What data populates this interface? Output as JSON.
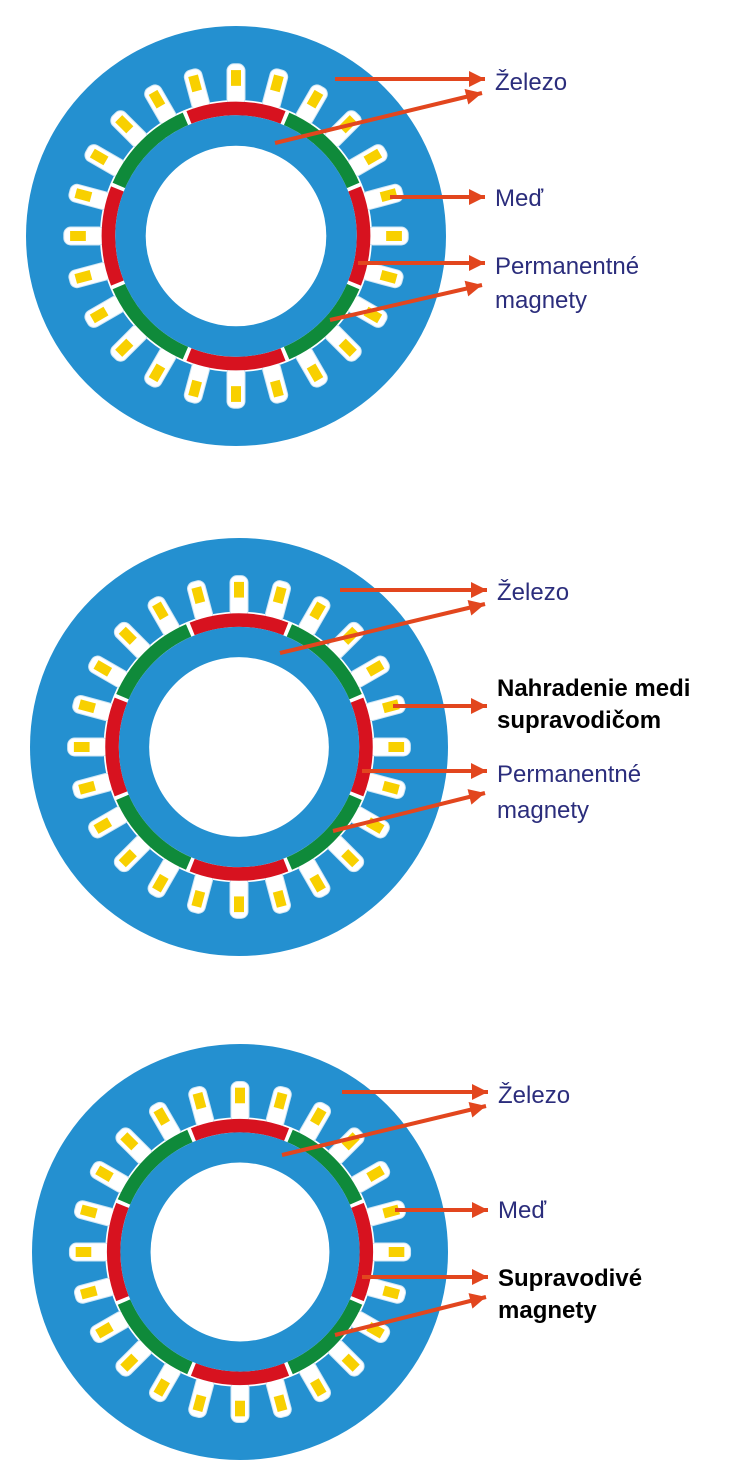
{
  "colors": {
    "iron": "#2490d0",
    "copper_slot": "#f8d000",
    "magnet_red": "#d7121f",
    "magnet_green": "#0f8a3a",
    "arrow": "#e2461e",
    "label_text": "#2b2d7c",
    "label_bold": "#000000"
  },
  "panels": [
    {
      "labels": {
        "iron": "Železo",
        "winding": "Meď",
        "magnets_line1": "Permanentné",
        "magnets_line2": "magnety"
      },
      "winding_bold": false,
      "magnets_bold": false
    },
    {
      "labels": {
        "iron": "Železo",
        "winding": "Nahradenie medi",
        "winding_line2": "supravodičom",
        "magnets_line1": "Permanentné",
        "magnets_line2": "magnety"
      },
      "winding_bold": true,
      "magnets_bold": false
    },
    {
      "labels": {
        "iron": "Železo",
        "winding": "Meď",
        "magnets_line1": "Supravodivé",
        "magnets_line2": "magnety"
      },
      "winding_bold": false,
      "magnets_bold": true
    }
  ]
}
